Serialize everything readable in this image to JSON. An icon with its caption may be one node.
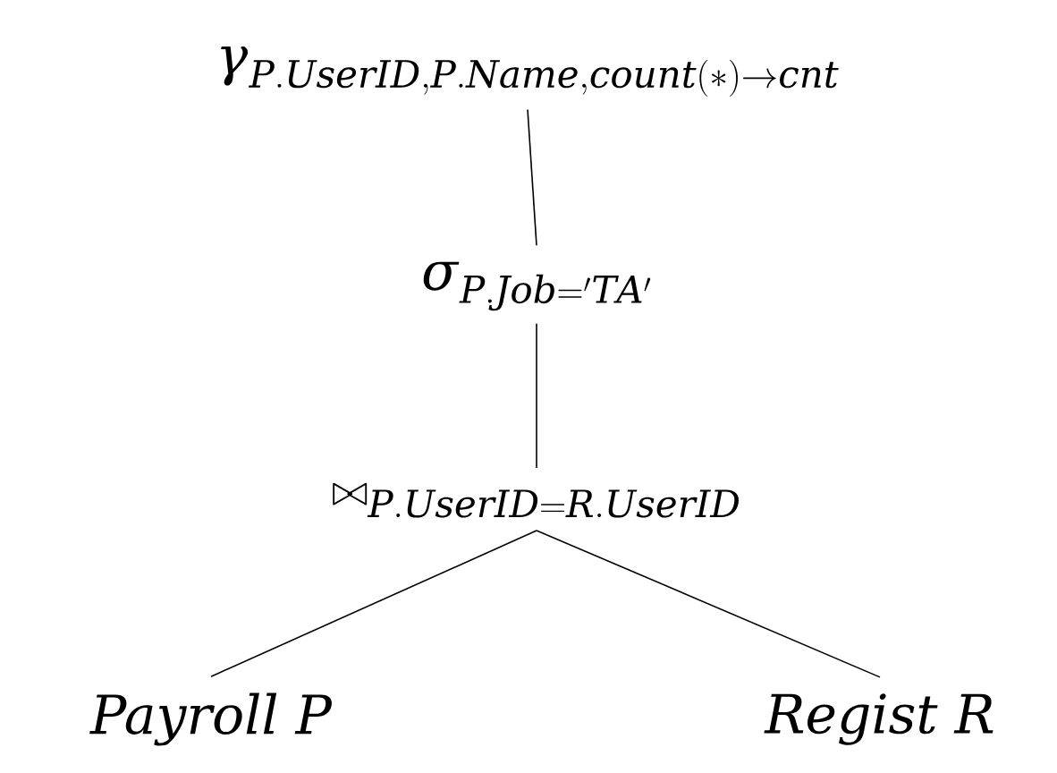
{
  "diagram": {
    "nodes": [
      {
        "text": [
          "\\gamma_{P.UserID,P.Name,count(*)\\rightarrow cnt}"
        ]
      },
      {
        "text": [
          "\\sigma_{P.Job='TA'}"
        ]
      },
      {
        "text": [
          "\\bowtie_{P.UserID=R.UserID}"
        ]
      },
      {
        "text": [
          "Payroll P"
        ]
      },
      {
        "text": [
          "Regist R"
        ]
      }
    ],
    "edges": [
      {
        "from": 0,
        "to": 1,
        "arrow": "none"
      },
      {
        "from": 1,
        "to": 2,
        "arrow": "none"
      },
      {
        "from": 2,
        "to": 3,
        "arrow": "none"
      },
      {
        "from": 2,
        "to": 4,
        "arrow": "none"
      }
    ]
  }
}
